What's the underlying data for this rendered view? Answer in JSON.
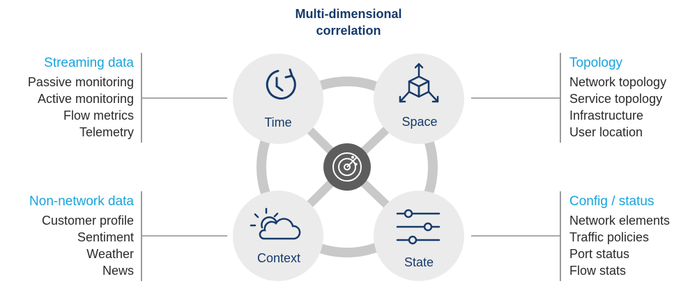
{
  "title": [
    "Multi-dimensional",
    "correlation"
  ],
  "streaming": {
    "heading": "Streaming data",
    "items": [
      "Passive monitoring",
      "Active monitoring",
      "Flow metrics",
      "Telemetry"
    ]
  },
  "nonnetwork": {
    "heading": "Non-network data",
    "items": [
      "Customer profile",
      "Sentiment",
      "Weather",
      "News"
    ]
  },
  "topology": {
    "heading": "Topology",
    "items": [
      "Network topology",
      "Service topology",
      "Infrastructure",
      "User location"
    ]
  },
  "config": {
    "heading": "Config / status",
    "items": [
      "Network elements",
      "Traffic policies",
      "Port status",
      "Flow stats"
    ]
  },
  "nodes": {
    "time": "Time",
    "space": "Space",
    "context": "Context",
    "state": "State"
  },
  "colors": {
    "heading": "#16a4dc",
    "navy": "#163a6b",
    "circle": "#ebebeb",
    "ring": "#c9c9c9",
    "hub": "#5d5d5d"
  }
}
